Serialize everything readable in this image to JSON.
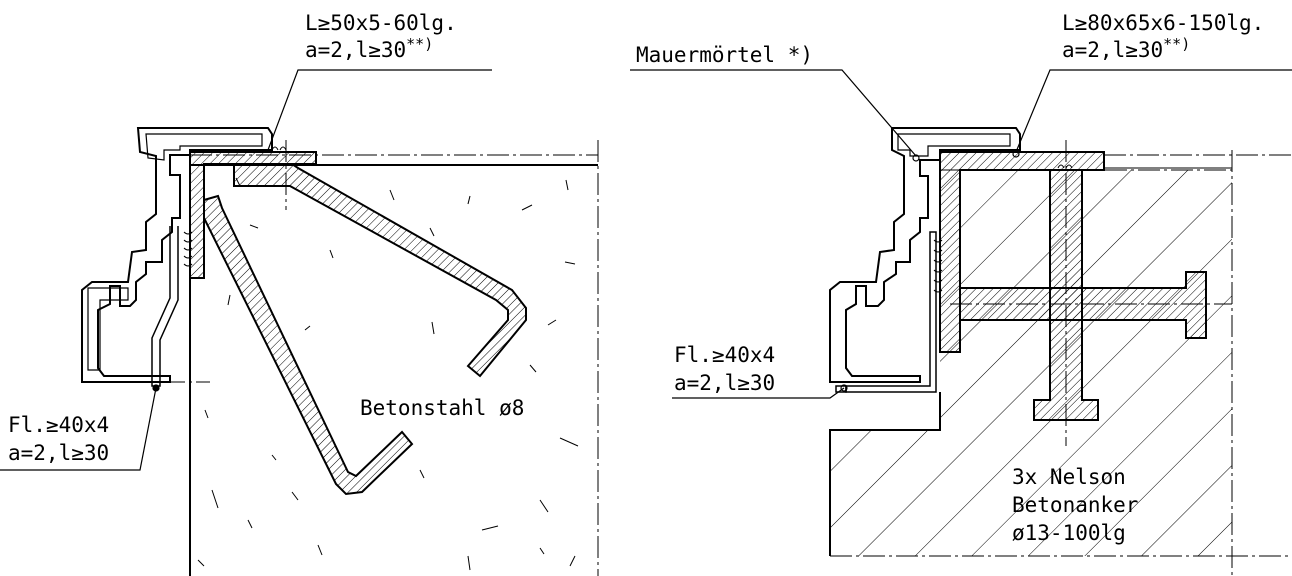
{
  "left_detail": {
    "angle_label_line1": "L≥50x5-60lg.",
    "angle_label_line2": "a=2,l≥30",
    "angle_label_note": "**)",
    "flat_label_line1": "Fl.≥40x4",
    "flat_label_line2": "a=2,l≥30",
    "rebar_label": "Betonstahl ø8"
  },
  "right_detail": {
    "mortar_label": "Mauermörtel *)",
    "angle_label_line1": "L≥80x65x6-150lg.",
    "angle_label_line2": "a=2,l≥30",
    "angle_label_note": "**)",
    "flat_label_line1": "Fl.≥40x4",
    "flat_label_line2": "a=2,l≥30",
    "anchor_label_line1": "3x Nelson",
    "anchor_label_line2": "Betonanker",
    "anchor_label_line3": "ø13-100lg"
  }
}
